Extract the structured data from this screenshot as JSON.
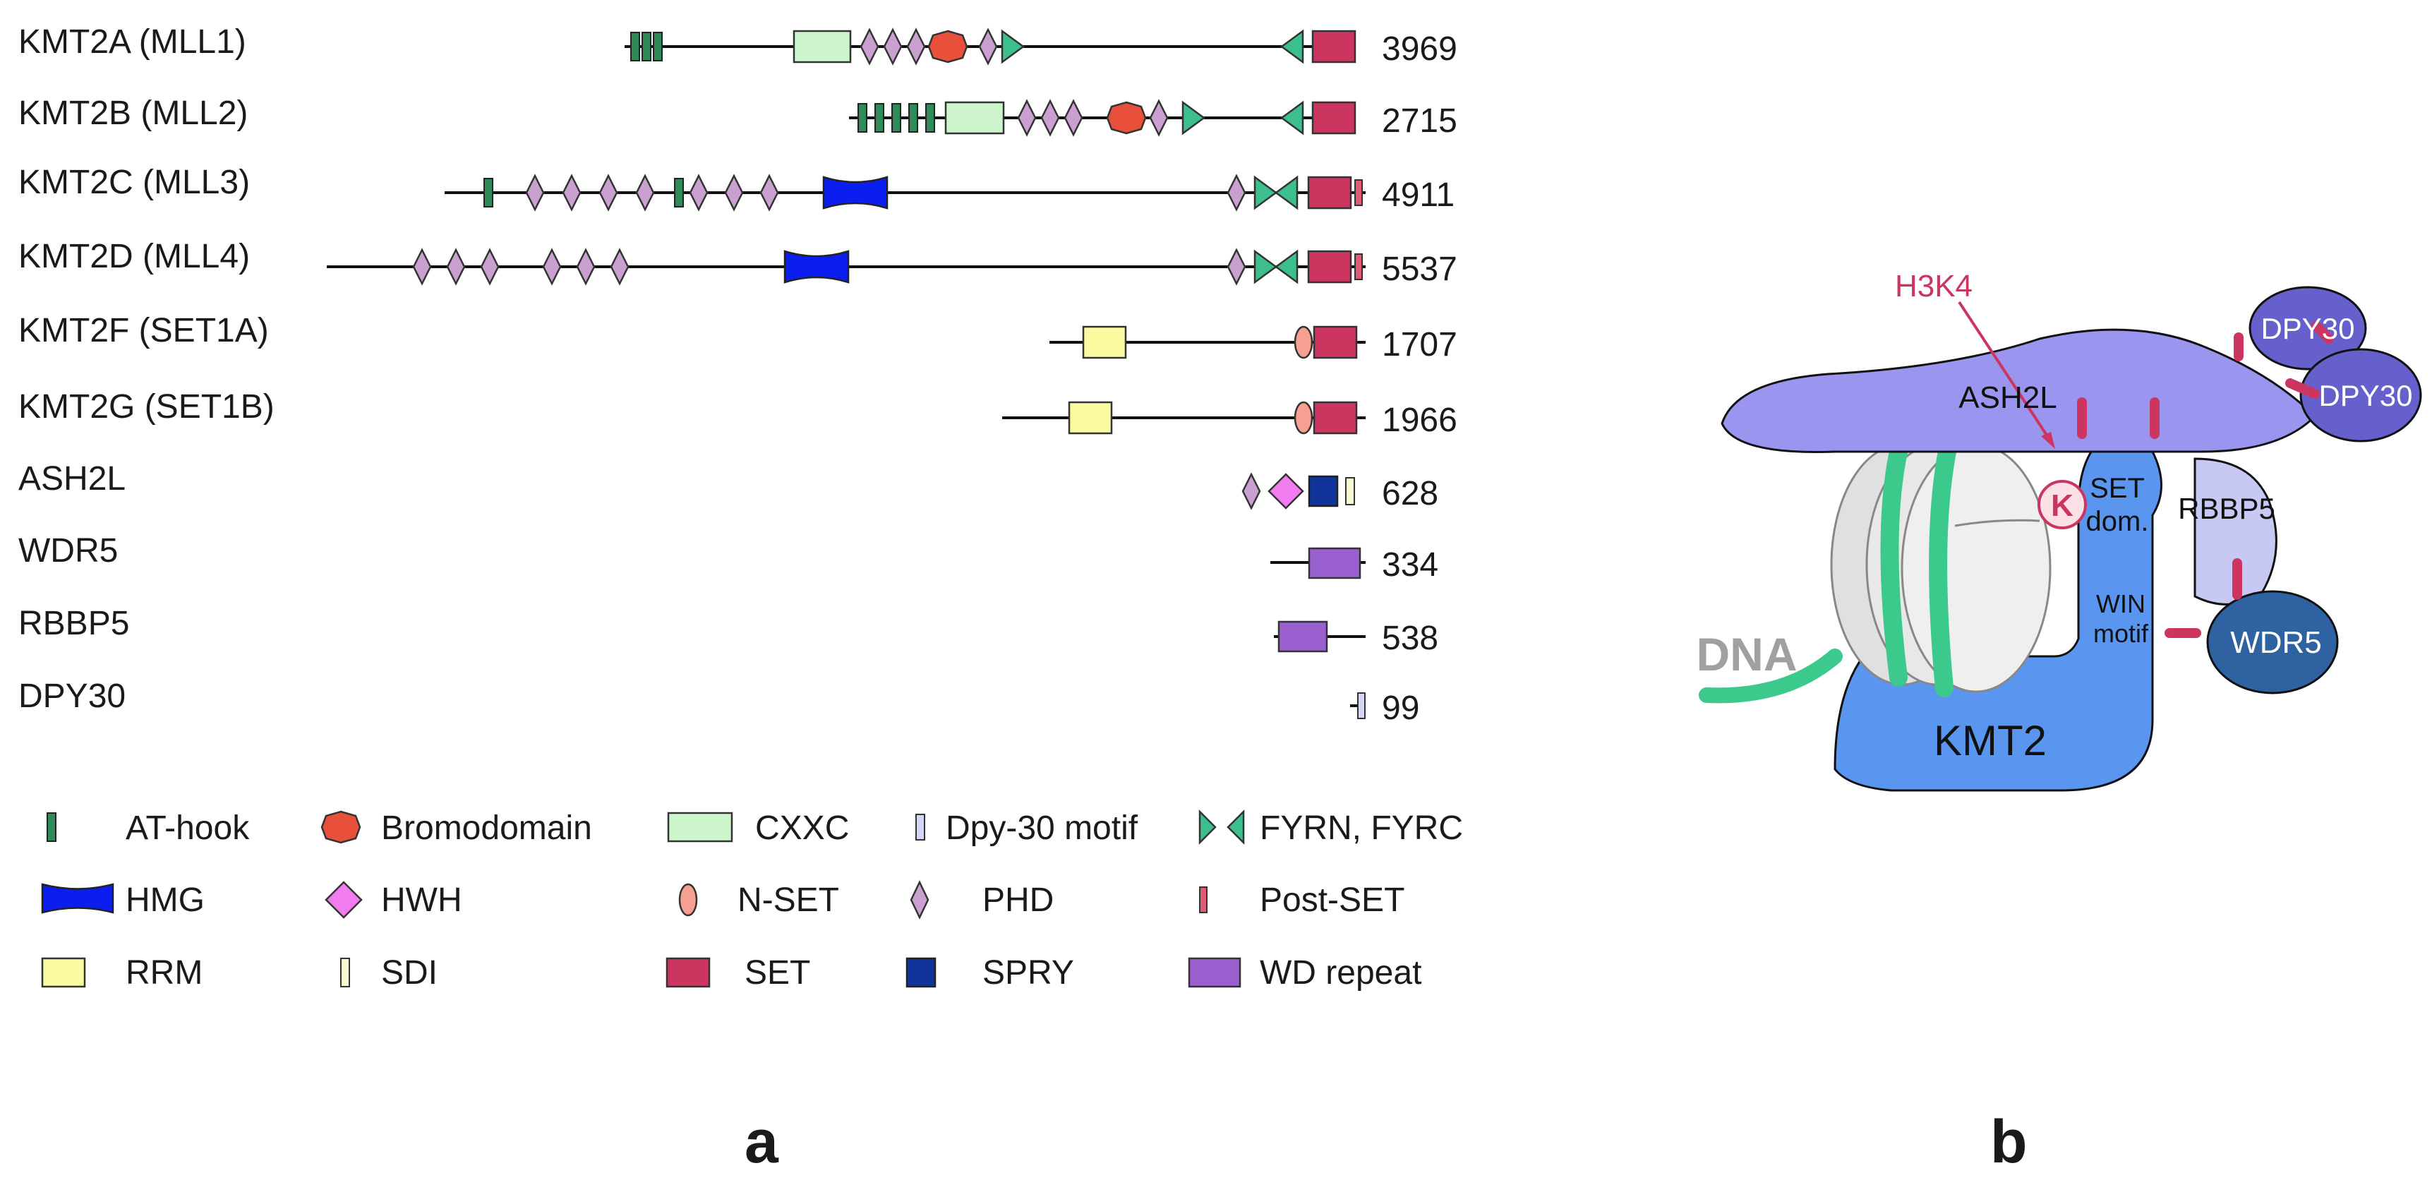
{
  "proteins": [
    {
      "name": "KMT2A (MLL1)",
      "length": "3969"
    },
    {
      "name": "KMT2B (MLL2)",
      "length": "2715"
    },
    {
      "name": "KMT2C (MLL3)",
      "length": "4911"
    },
    {
      "name": "KMT2D (MLL4)",
      "length": "5537"
    },
    {
      "name": "KMT2F (SET1A)",
      "length": "1707"
    },
    {
      "name": "KMT2G (SET1B)",
      "length": "1966"
    },
    {
      "name": "ASH2L",
      "length": "628"
    },
    {
      "name": "WDR5",
      "length": "334"
    },
    {
      "name": "RBBP5",
      "length": "538"
    },
    {
      "name": "DPY30",
      "length": "99"
    }
  ],
  "legend": [
    {
      "label": "AT-hook",
      "icon": "at-hook-icon"
    },
    {
      "label": "Bromodomain",
      "icon": "bromodomain-icon"
    },
    {
      "label": "CXXC",
      "icon": "cxxc-icon"
    },
    {
      "label": "Dpy-30 motif",
      "icon": "dpy30-motif-icon"
    },
    {
      "label": "FYRN, FYRC",
      "icon": "fyr-icon"
    },
    {
      "label": "HMG",
      "icon": "hmg-icon"
    },
    {
      "label": "HWH",
      "icon": "hwh-icon"
    },
    {
      "label": "N-SET",
      "icon": "nset-icon"
    },
    {
      "label": "PHD",
      "icon": "phd-icon"
    },
    {
      "label": "Post-SET",
      "icon": "postset-icon"
    },
    {
      "label": "RRM",
      "icon": "rrm-icon"
    },
    {
      "label": "SDI",
      "icon": "sdi-icon"
    },
    {
      "label": "SET",
      "icon": "set-icon"
    },
    {
      "label": "SPRY",
      "icon": "spry-icon"
    },
    {
      "label": "WD repeat",
      "icon": "wd-repeat-icon"
    }
  ],
  "panels": {
    "a": "a",
    "b": "b"
  },
  "complex": {
    "h3k4": "H3K4",
    "lysine": "K",
    "ash2l": "ASH2L",
    "dpy30_top": "DPY30",
    "dpy30_right": "DPY30",
    "set_line1": "SET",
    "set_line2": "dom.",
    "rbbp5": "RBBP5",
    "win_line1": "WIN",
    "win_line2": "motif",
    "wdr5": "WDR5",
    "dna": "DNA",
    "kmt2": "KMT2"
  },
  "colors": {
    "at_hook": "#2e8b57",
    "bromodomain": "#e8503c",
    "cxxc": "#ccf5cc",
    "dpy30_motif": "#d4d4f5",
    "fyr": "#3cbf8c",
    "hmg": "#0a1ef0",
    "hwh": "#f07cf0",
    "nset": "#f5a090",
    "phd": "#c9a0d0",
    "postset": "#e05a78",
    "rrm": "#fafaa0",
    "sdi": "#fafad2",
    "set": "#cc3560",
    "spry": "#10349a",
    "wd_repeat": "#9a60d0",
    "kmt2_blue": "#5a96f0",
    "ash2l": "#9a96f0",
    "dpy30": "#6660cc",
    "rbbp5": "#c8c8f5",
    "wdr5": "#2e62a0",
    "contact": "#cc3560",
    "dna_green": "#3cc98c",
    "nucleosome": "#e0e0e0"
  }
}
